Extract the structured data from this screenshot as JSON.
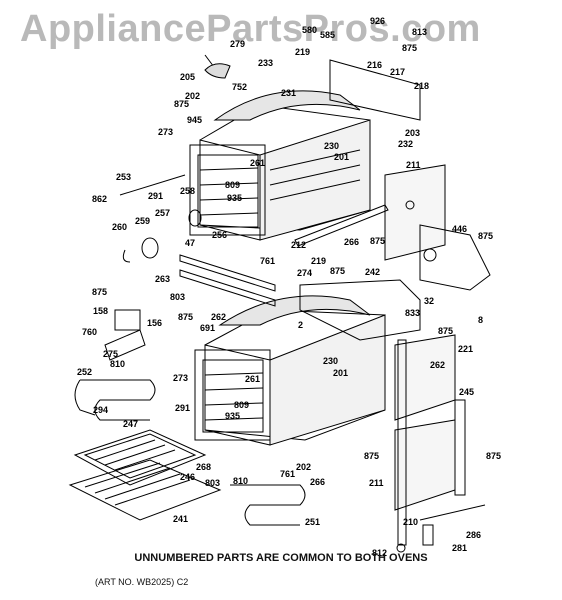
{
  "watermark": "AppliancePartsPros.com",
  "footer_note": "UNNUMBERED PARTS ARE COMMON TO BOTH OVENS",
  "art_number": "(ART NO. WB2025) C2",
  "callouts": [
    "926",
    "813",
    "875",
    "580",
    "585",
    "219",
    "216",
    "217",
    "218",
    "279",
    "233",
    "205",
    "752",
    "202",
    "231",
    "875",
    "945",
    "273",
    "203",
    "232",
    "230",
    "201",
    "211",
    "261",
    "253",
    "291",
    "258",
    "809",
    "935",
    "862",
    "257",
    "256",
    "259",
    "260",
    "212",
    "266",
    "875",
    "446",
    "875",
    "47",
    "761",
    "274",
    "219",
    "875",
    "242",
    "263",
    "32",
    "875",
    "803",
    "262",
    "833",
    "875",
    "158",
    "156",
    "760",
    "875",
    "691",
    "2",
    "8",
    "275",
    "230",
    "810",
    "273",
    "201",
    "221",
    "252",
    "261",
    "262",
    "294",
    "291",
    "809",
    "935",
    "245",
    "247",
    "268",
    "761",
    "202",
    "266",
    "875",
    "246",
    "803",
    "810",
    "875",
    "241",
    "251",
    "211",
    "210",
    "286",
    "812",
    "281"
  ]
}
